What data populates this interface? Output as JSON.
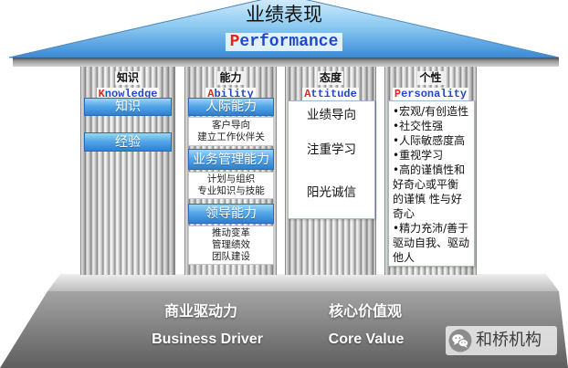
{
  "roof": {
    "title": "业绩表现",
    "subtitle": "Performance"
  },
  "pillars": [
    {
      "label": "知识",
      "en": "Knowledge"
    },
    {
      "label": "能力",
      "en": "Ability"
    },
    {
      "label": "态度",
      "en": "Attitude"
    },
    {
      "label": "个性",
      "en": "Personality"
    }
  ],
  "knowledge": {
    "boxes": [
      "知识",
      "经验"
    ]
  },
  "ability": {
    "groups": [
      {
        "title": "人际能力",
        "items": [
          "客户导向",
          "建立工作伙伴关"
        ]
      },
      {
        "title": "业务管理能力",
        "items": [
          "计划与组织",
          "专业知识与技能"
        ]
      },
      {
        "title": "领导能力",
        "items": [
          "推动变革",
          "管理绩效",
          "团队建设"
        ]
      }
    ]
  },
  "attitude": {
    "items": [
      "业绩导向",
      "注重学习",
      "阳光诚信"
    ]
  },
  "personality": {
    "items": [
      {
        "lines": [
          "•宏观/有创造性"
        ]
      },
      {
        "lines": [
          "•社交性强"
        ]
      },
      {
        "lines": [
          "•人际敏感度高"
        ]
      },
      {
        "lines": [
          "•重视学习"
        ]
      },
      {
        "lines": [
          "•高的谨慎性和",
          "好奇心或平衡",
          "的谨慎 性与好",
          "奇心"
        ]
      },
      {
        "lines": [
          "•精力充沛/善于",
          "驱动自我、驱动",
          "他人"
        ]
      }
    ]
  },
  "base": {
    "left": {
      "cn": "商业驱动力",
      "en": "Business Driver"
    },
    "right": {
      "cn": "核心价值观",
      "en": "Core Value"
    }
  },
  "watermark": {
    "text": "和桥机构",
    "icon": "wechat-icon"
  },
  "colors": {
    "roof_blue": "#3a8ad6",
    "box_blue": "#2f7fd0",
    "initial_red": "#e3261d",
    "label_blue": "#2248c9",
    "base_gray": "#5e5e5e"
  }
}
